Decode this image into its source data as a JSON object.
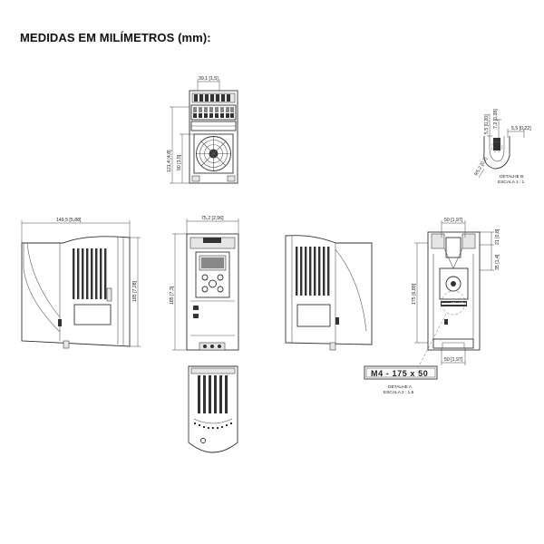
{
  "title": "MEDIDAS EM MILÍMETROS (mm):",
  "dims": {
    "top_width": "39,1 [1,5]",
    "top_height_total": "121,4 [4,8]",
    "top_height_fan": "90 [3,5]",
    "side_depth": "149,5 [5,88]",
    "side_height": "185 [7,28]",
    "front_width": "75,2 [2,96]",
    "front_height": "185 [7,3]",
    "rear_top_width": "50 [1,97]",
    "rear_right_upper": "21 [0,8]",
    "rear_right_mid": "35 [1,4]",
    "rear_height": "175 [6,89]",
    "rear_bottom_width": "50 [1,97]",
    "detB_a": "5,5 [0,22]",
    "detB_b": "7,2 [0,28]",
    "detB_c": "5,5 [0,20]",
    "detB_r": "R5,2 [0,2]"
  },
  "detail_a": {
    "label": "M4 - 175 x 50",
    "caption1": "DETALHE A",
    "caption2": "ESCALA 2 : 1.5"
  },
  "detail_b": {
    "caption1": "DETALHE B",
    "caption2": "ESCALA 1 : 1"
  },
  "rear_plate_label": "M4 - 175 x 50"
}
